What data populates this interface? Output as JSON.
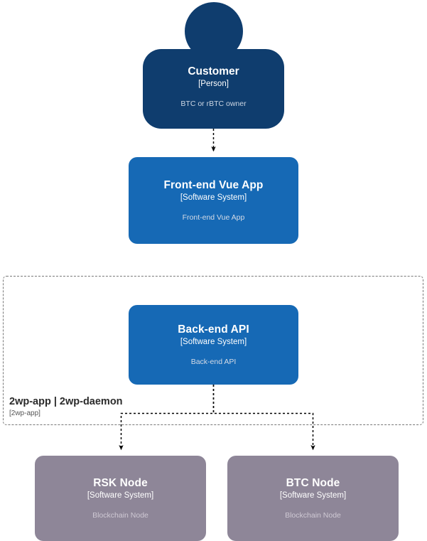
{
  "diagram": {
    "kind": "c4-context-diagram",
    "background": "#ffffff"
  },
  "palette": {
    "person_fill": "#0F3D6E",
    "system_fill": "#1669B5",
    "external_fill": "#8E8698",
    "boundary_stroke": "#787878",
    "connector_stroke": "#000000",
    "title_text": "#ffffff",
    "description_text": "#d5dbe6"
  },
  "nodes": {
    "customer": {
      "title": "Customer",
      "type": "[Person]",
      "description": "BTC or rBTC owner",
      "fill": "#0F3D6E"
    },
    "frontend": {
      "title": "Front-end Vue App",
      "type": "[Software System]",
      "description": "Front-end Vue App",
      "fill": "#1669B5"
    },
    "backend": {
      "title": "Back-end API",
      "type": "[Software System]",
      "description": "Back-end API",
      "fill": "#1669B5"
    },
    "rsk_node": {
      "title": "RSK Node",
      "type": "[Software System]",
      "description": "Blockchain Node",
      "fill": "#8E8698"
    },
    "btc_node": {
      "title": "BTC Node",
      "type": "[Software System]",
      "description": "Blockchain Node",
      "fill": "#8E8698"
    }
  },
  "boundary": {
    "title": "2wp-app | 2wp-daemon",
    "type": "[2wp-app]"
  },
  "connectors": [
    {
      "name": "customer-to-frontend",
      "from": "customer",
      "to": "frontend",
      "style": "dashed",
      "label": ""
    },
    {
      "name": "backend-to-rsk-node",
      "from": "backend",
      "to": "rsk_node",
      "style": "dashed",
      "label": ""
    },
    {
      "name": "backend-to-btc-node",
      "from": "backend",
      "to": "btc_node",
      "style": "dashed",
      "label": ""
    }
  ]
}
